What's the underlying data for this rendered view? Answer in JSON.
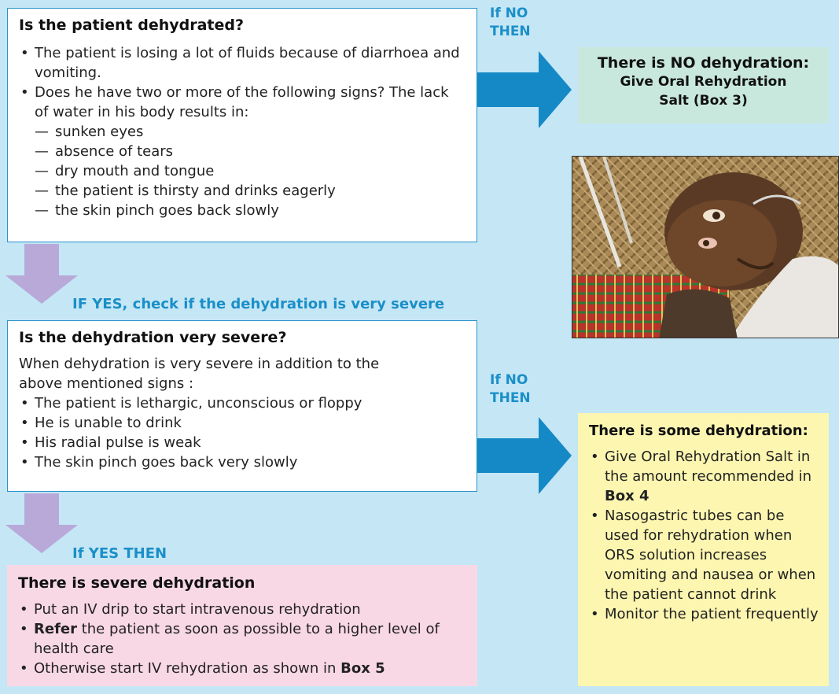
{
  "box1": {
    "title": "Is the patient dehydrated?",
    "bullet1": "The patient is losing a lot of fluids because of diarrhoea and vomiting.",
    "bullet2": "Does he have two or more of the following signs? The lack of water in his body results in:",
    "dash_mark": "—",
    "signs": [
      "sunken eyes",
      "absence of tears",
      "dry mouth and tongue",
      "the patient is thirsty and drinks eagerly",
      "the skin pinch goes back slowly"
    ]
  },
  "label_no_1": "If NO\nTHEN",
  "green": {
    "line1": "There is NO dehydration:",
    "line2": "Give Oral Rehydration Salt (Box 3)"
  },
  "label_yes_1": "IF YES, check if the dehydration is very severe",
  "box2": {
    "title": "Is the dehydration very severe?",
    "intro": "When dehydration is very severe in addition to the above mentioned signs :",
    "bullets": [
      "The patient is lethargic, unconscious or floppy",
      "He is unable to drink",
      "His radial pulse is weak",
      "The skin pinch goes back very slowly"
    ]
  },
  "label_no_2": "If NO\nTHEN",
  "yellow": {
    "title": "There is some dehydration:",
    "b1_pre": "Give Oral Rehydration Salt in the amount recom­mended in ",
    "b1_bold": "Box 4",
    "b2": "Nasogastric tubes can be used for rehydration when ORS solution increases vomiting and nausea or when the patient cannot drink",
    "b3": "Monitor the patient frequently"
  },
  "label_yes_2": "If YES THEN",
  "pink": {
    "title": "There is severe dehydration",
    "b1": "Put an IV drip to start intravenous rehydration",
    "b2_bold": "Refer",
    "b2_rest": " the patient as soon as possible to a higher level of health care",
    "b3_pre": "Otherwise start IV rehydration as shown in ",
    "b3_bold": "Box 5"
  },
  "colors": {
    "background": "#c5e6f5",
    "arrow_blue": "#1589c6",
    "arrow_purple": "#b8a9d9",
    "label_blue": "#1a8fc8"
  }
}
